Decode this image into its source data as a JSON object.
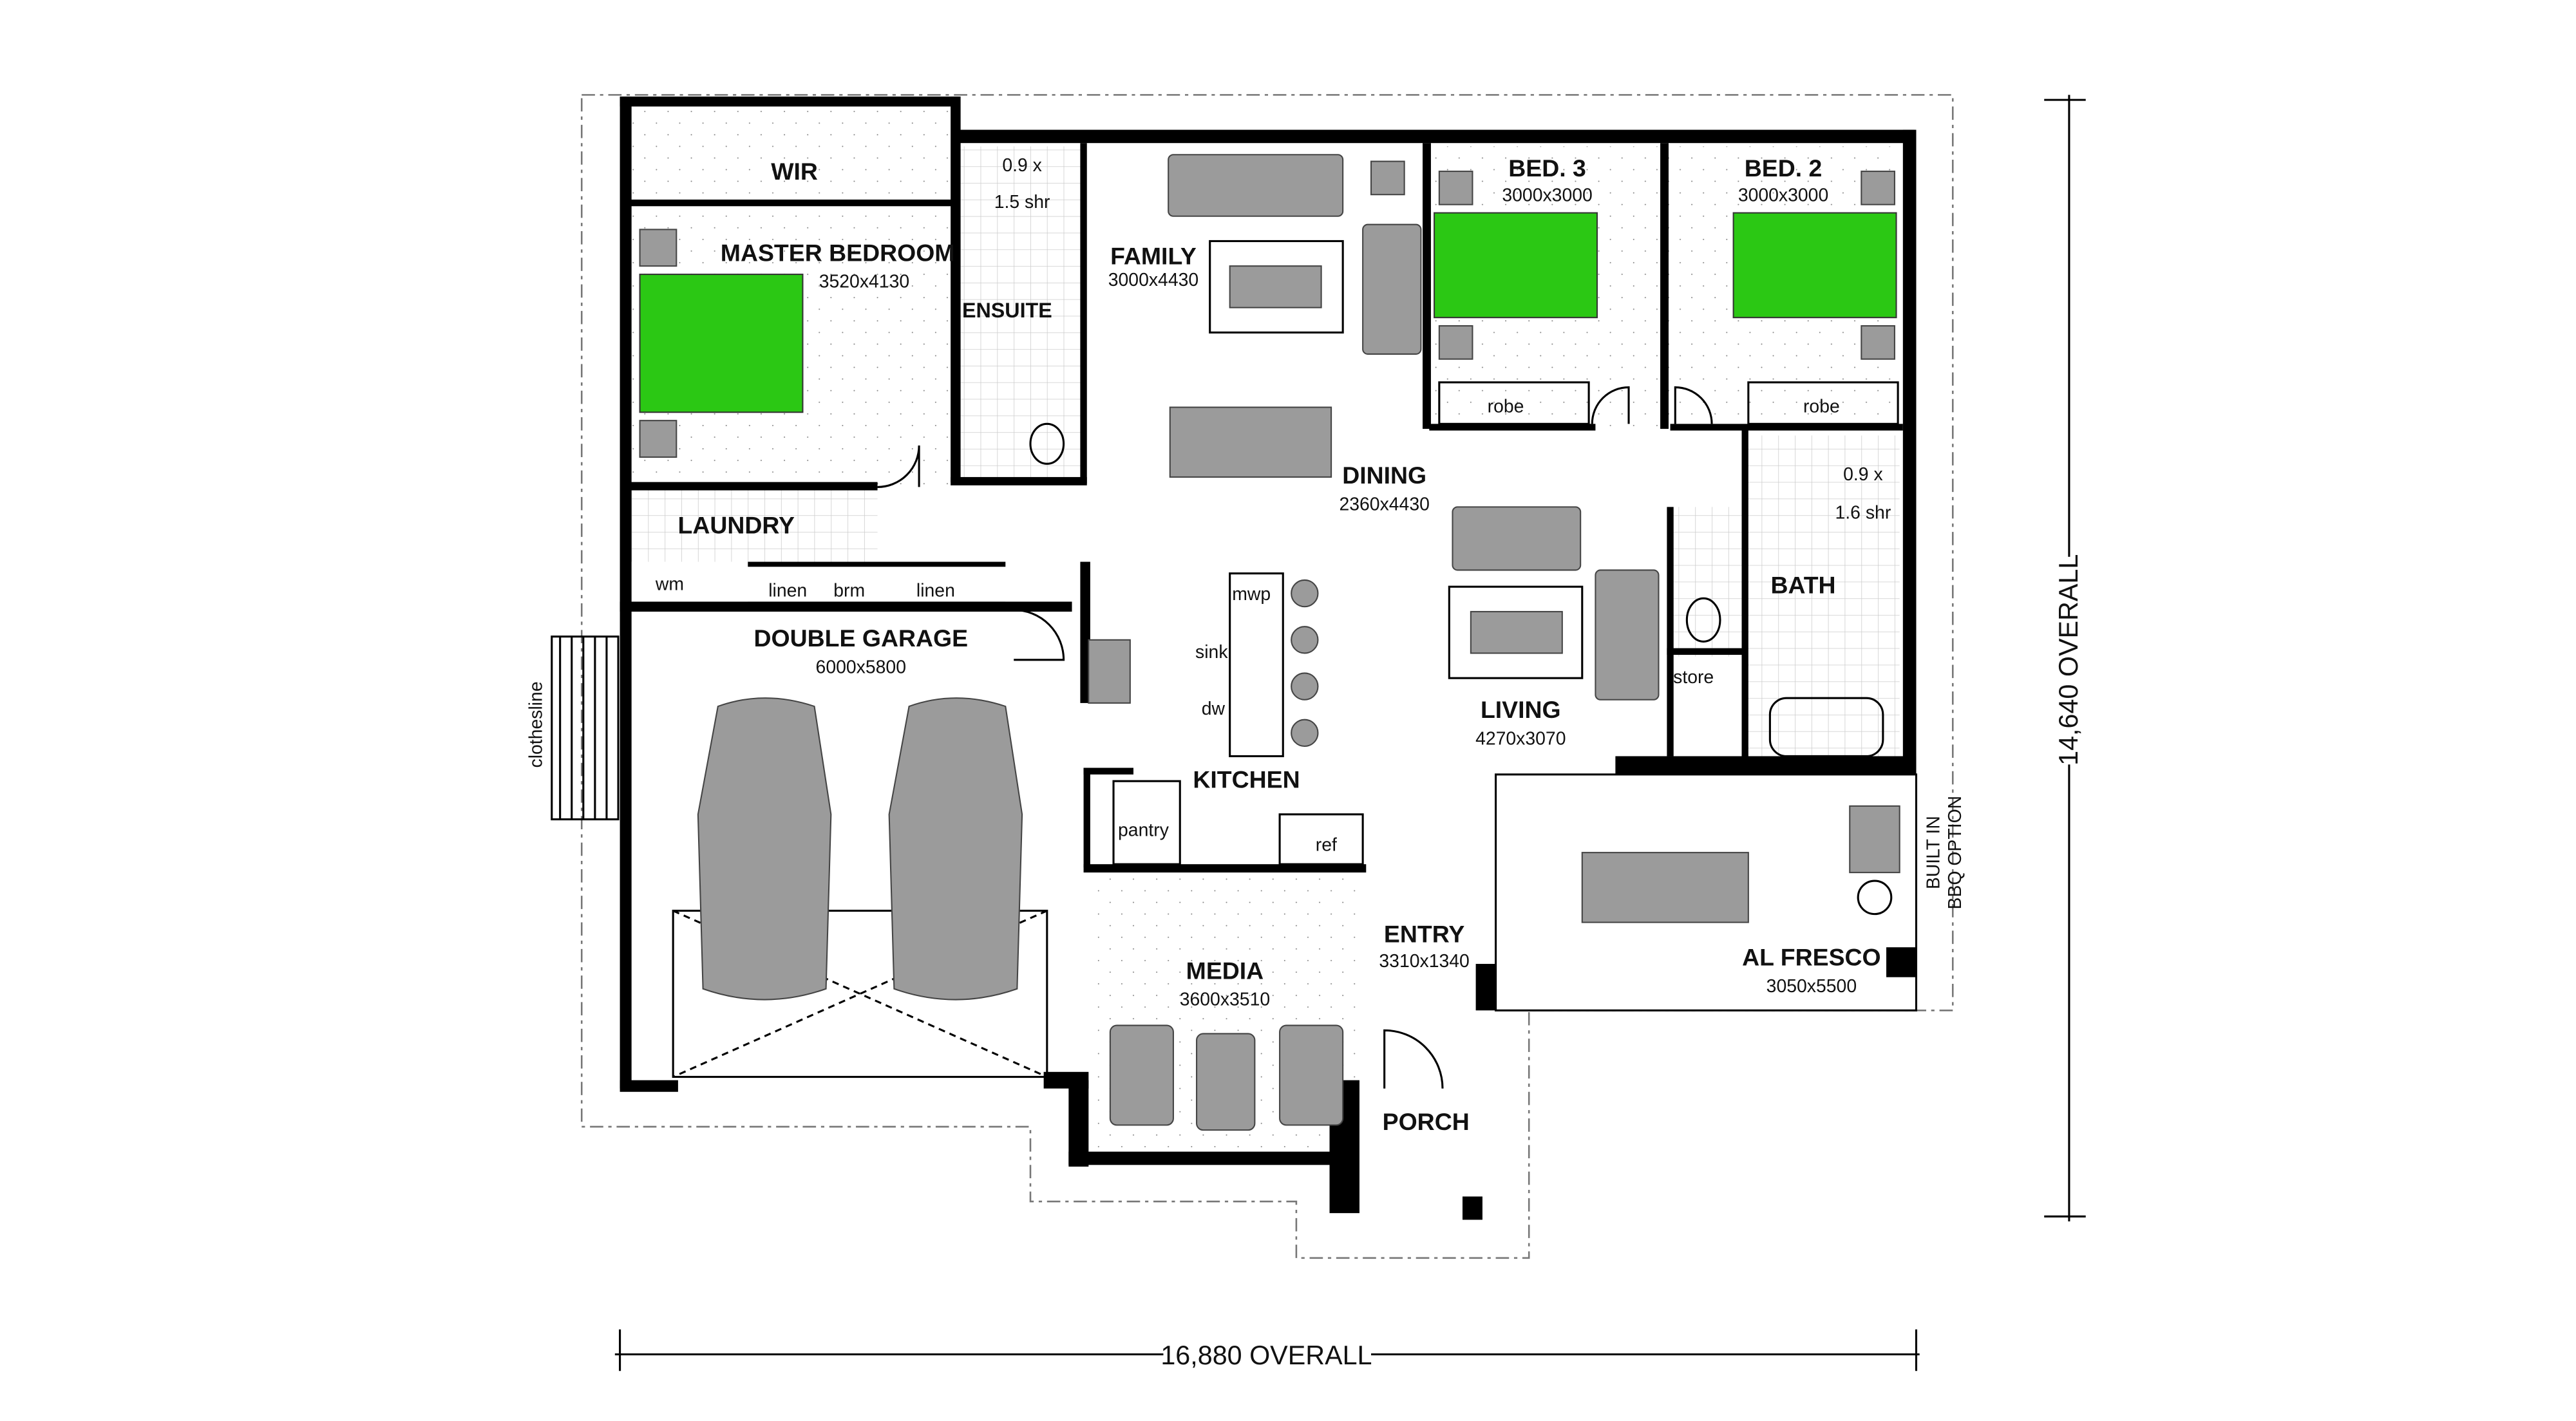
{
  "rooms": {
    "wir": {
      "name": "WIR"
    },
    "master": {
      "name": "MASTER BEDROOM",
      "size": "3520x4130"
    },
    "ensuite": {
      "name": "ENSUITE",
      "shower": "0.9 x",
      "shower2": "1.5 shr"
    },
    "family": {
      "name": "FAMILY",
      "size": "3000x4430"
    },
    "bed3": {
      "name": "BED. 3",
      "size": "3000x3000",
      "robe": "robe"
    },
    "bed2": {
      "name": "BED. 2",
      "size": "3000x3000",
      "robe": "robe"
    },
    "dining": {
      "name": "DINING",
      "size": "2360x4430"
    },
    "laundry": {
      "name": "LAUNDRY",
      "wm": "wm",
      "linen1": "linen",
      "brm": "brm",
      "linen2": "linen"
    },
    "garage": {
      "name": "DOUBLE GARAGE",
      "size": "6000x5800"
    },
    "kitchen": {
      "name": "KITCHEN",
      "mwp": "mwp",
      "sink": "sink",
      "dw": "dw",
      "pantry": "pantry",
      "ref": "ref"
    },
    "living": {
      "name": "LIVING",
      "size": "4270x3070"
    },
    "bath": {
      "name": "BATH",
      "shower": "0.9 x",
      "shower2": "1.6 shr",
      "store": "store"
    },
    "media": {
      "name": "MEDIA",
      "size": "3600x3510"
    },
    "entry": {
      "name": "ENTRY",
      "size": "3310x1340"
    },
    "porch": {
      "name": "PORCH"
    },
    "alfresco": {
      "name": "AL FRESCO",
      "size": "3050x5500",
      "bbq1": "BUILT IN",
      "bbq2": "BBQ OPTION"
    }
  },
  "annotations": {
    "clothesline": "clothesline",
    "width_overall": "16,880 OVERALL",
    "depth_overall": "14,640 OVERALL"
  },
  "colors": {
    "bed": "#2bc814",
    "furniture": "#9b9b9b",
    "wall": "#000000"
  }
}
